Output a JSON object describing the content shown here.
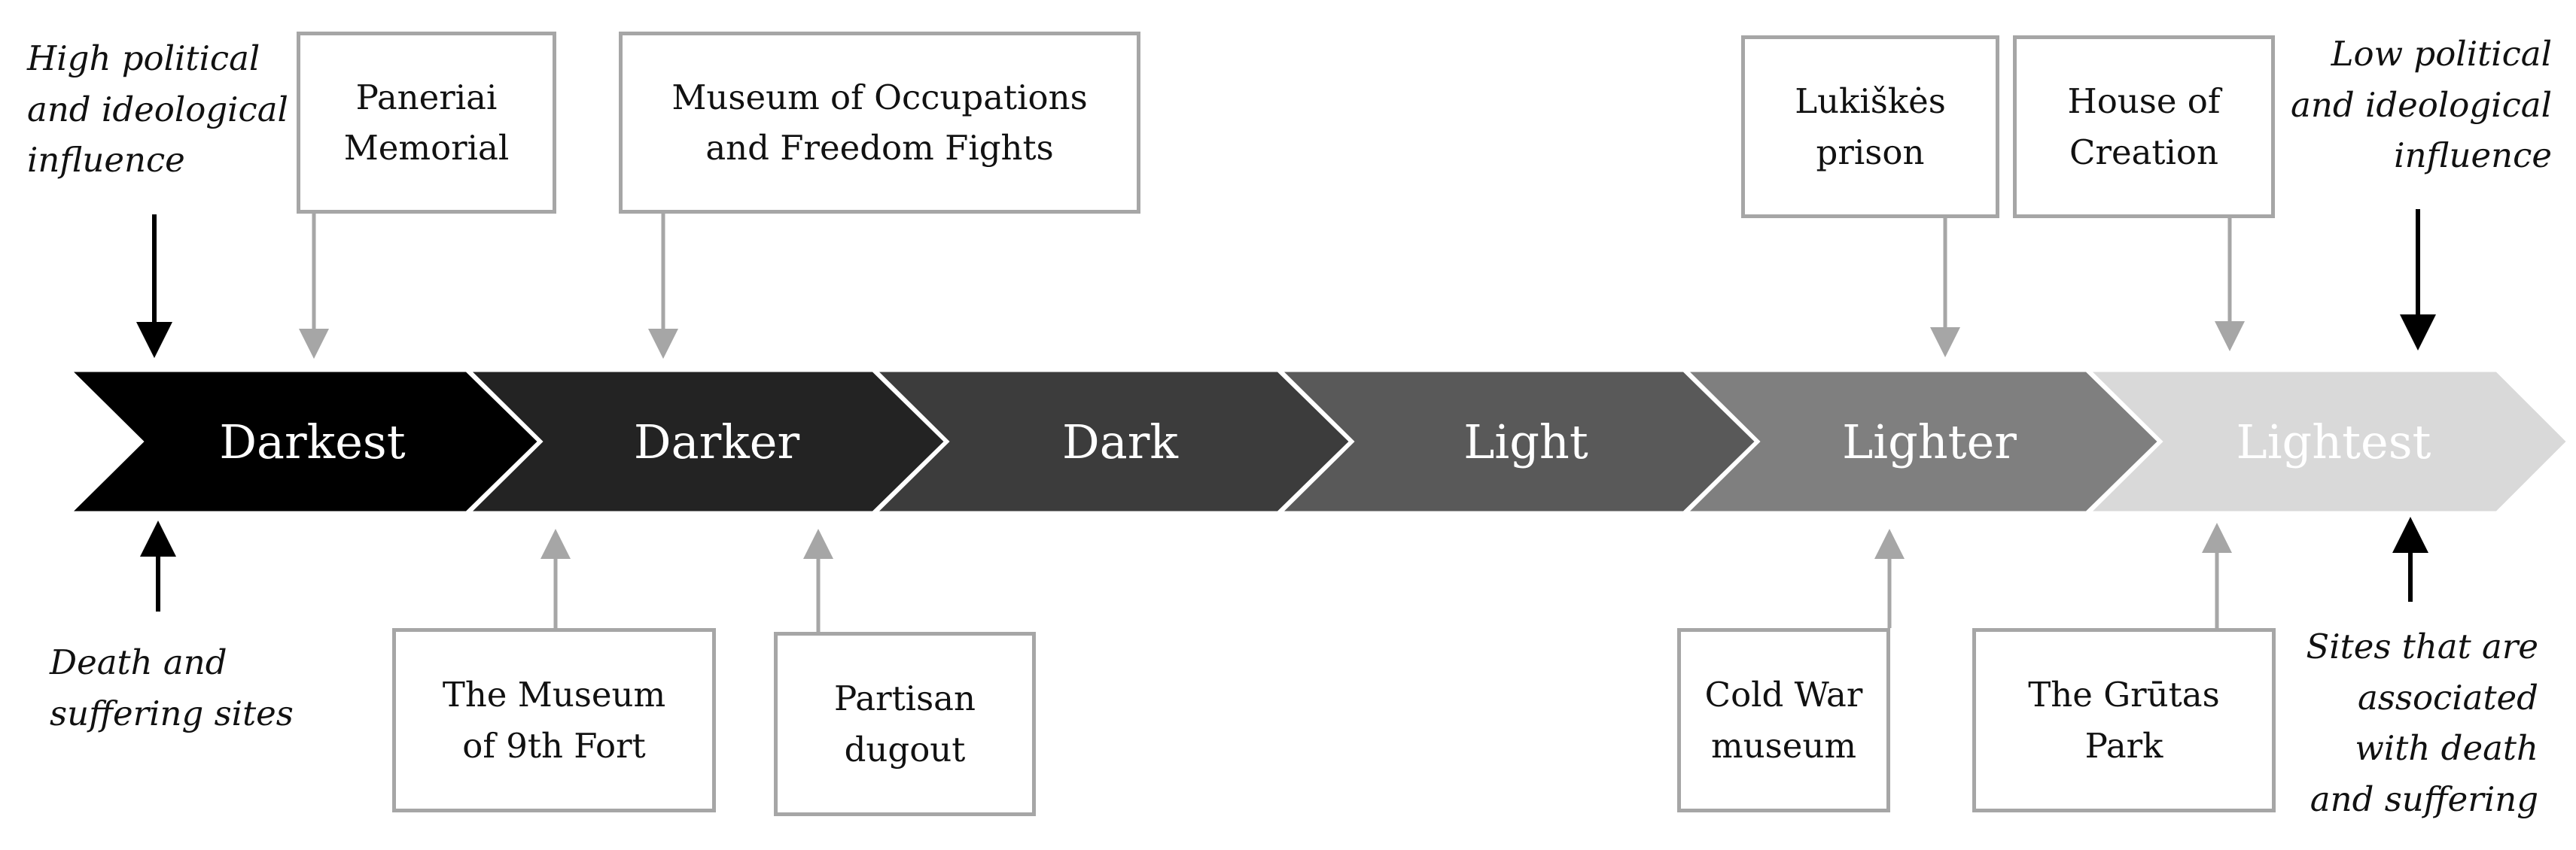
{
  "stages": [
    {
      "label": "Darkest",
      "color": "#000000",
      "text_color": "#ffffff"
    },
    {
      "label": "Darker",
      "color": "#232323",
      "text_color": "#ffffff"
    },
    {
      "label": "Dark",
      "color": "#3c3c3c",
      "text_color": "#ffffff"
    },
    {
      "label": "Light",
      "color": "#595959",
      "text_color": "#ffffff"
    },
    {
      "label": "Lighter",
      "color": "#7f7f7f",
      "text_color": "#ffffff"
    },
    {
      "label": "Lightest",
      "color": "#d9d9d9",
      "text_color": "#ffffff"
    }
  ],
  "sites_top": [
    {
      "line1": "Paneriai",
      "line2": "Memorial"
    },
    {
      "line1": "Museum of Occupations",
      "line2": "and Freedom Fights"
    },
    {
      "line1": "Lukiškės",
      "line2": "prison"
    },
    {
      "line1": "House of",
      "line2": "Creation"
    }
  ],
  "sites_bottom": [
    {
      "line1": "The Museum",
      "line2": "of 9th Fort"
    },
    {
      "line1": "Partisan",
      "line2": "dugout"
    },
    {
      "line1": "Cold War",
      "line2": "museum"
    },
    {
      "line1": "The Grūtas",
      "line2": "Park"
    }
  ],
  "notes": {
    "high_influence": [
      "High political",
      "and ideological",
      "influence"
    ],
    "low_influence": [
      "Low political",
      "and ideological",
      "influence"
    ],
    "death_sites": [
      "Death and",
      "suffering sites"
    ],
    "associated_sites": [
      "Sites that are",
      "associated",
      "with death",
      "and suffering"
    ]
  },
  "colors": {
    "connector_gray": "#a6a6a6",
    "black_arrow": "#000000",
    "chevron_separator": "#ffffff"
  }
}
